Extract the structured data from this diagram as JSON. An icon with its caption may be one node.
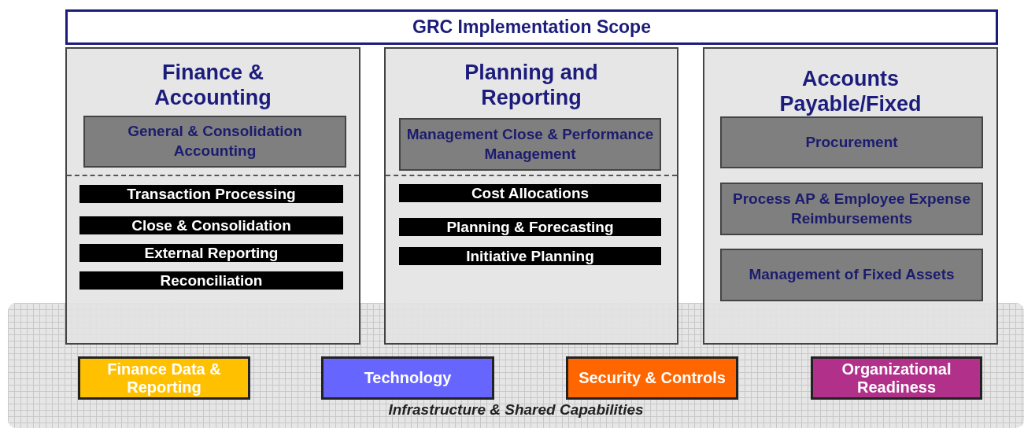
{
  "diagram": {
    "nodes": [
      {
        "text": [
          "GRC Implementation Scope"
        ]
      },
      {
        "text": [
          "Finance & Accounting"
        ]
      },
      {
        "text": [
          "General & Consolidation Accounting"
        ],
        "in": 1
      },
      {
        "text": [
          "Transaction Processing"
        ],
        "in": 1
      },
      {
        "text": [
          "Close & Consolidation"
        ],
        "in": 1
      },
      {
        "text": [
          "External Reporting"
        ],
        "in": 1
      },
      {
        "text": [
          "Reconciliation"
        ],
        "in": 1
      },
      {
        "text": [
          "Planning and Reporting"
        ]
      },
      {
        "text": [
          "Management Close & Performance Management"
        ],
        "in": 7
      },
      {
        "text": [
          "Cost Allocations"
        ],
        "in": 7
      },
      {
        "text": [
          "Planning & Forecasting"
        ],
        "in": 7
      },
      {
        "text": [
          "Initiative Planning"
        ],
        "in": 7
      },
      {
        "text": [
          "Accounts Payable/Fixed"
        ]
      },
      {
        "text": [
          "Procurement"
        ],
        "in": 12
      },
      {
        "text": [
          "Process AP & Employee Expense Reimbursements"
        ],
        "in": 12
      },
      {
        "text": [
          "Management of Fixed Assets"
        ],
        "in": 12
      },
      {
        "text": [
          "Infrastructure & Shared Capabilities"
        ]
      },
      {
        "text": [
          "Finance Data & Reporting"
        ],
        "in": 16
      },
      {
        "text": [
          "Technology"
        ],
        "in": 16
      },
      {
        "text": [
          "Security & Controls"
        ],
        "in": 16
      },
      {
        "text": [
          "Organizational Readiness"
        ],
        "in": 16
      }
    ],
    "edges": []
  }
}
